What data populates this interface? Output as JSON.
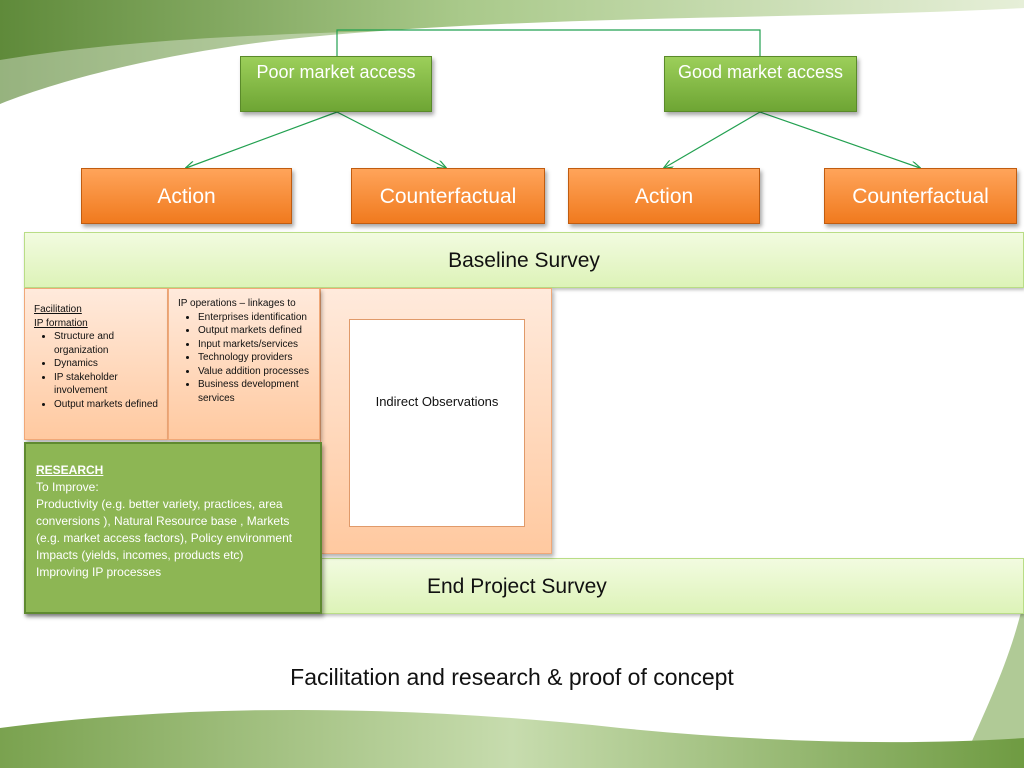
{
  "diagram": {
    "top_boxes": [
      {
        "label": "Poor market access"
      },
      {
        "label": "Good market access"
      }
    ],
    "groups": [
      {
        "label": "Action"
      },
      {
        "label": "Counterfactual"
      },
      {
        "label": "Action"
      },
      {
        "label": "Counterfactual"
      }
    ],
    "baseline_survey": "Baseline  Survey",
    "end_survey": "End Project Survey",
    "facilitation": {
      "title": "Facilitation",
      "subtitle": "IP formation",
      "items": [
        "Structure and organization",
        "Dynamics",
        "IP stakeholder involvement",
        "Output markets defined"
      ]
    },
    "ip_operations": {
      "title": "IP operations – linkages to",
      "items": [
        "Enterprises identification",
        "Output markets defined",
        "Input markets/services",
        "Technology providers",
        "Value addition processes",
        "Business development services"
      ]
    },
    "indirect_observations": "Indirect Observations",
    "research": {
      "title": "RESEARCH",
      "lines": [
        "To Improve:",
        "Productivity (e.g. better variety, practices, area conversions ), Natural Resource base , Markets (e.g. market access factors), Policy environment",
        "Impacts (yields, incomes, products etc)",
        "Improving IP processes"
      ]
    },
    "caption": "Facilitation and research & proof of concept"
  }
}
